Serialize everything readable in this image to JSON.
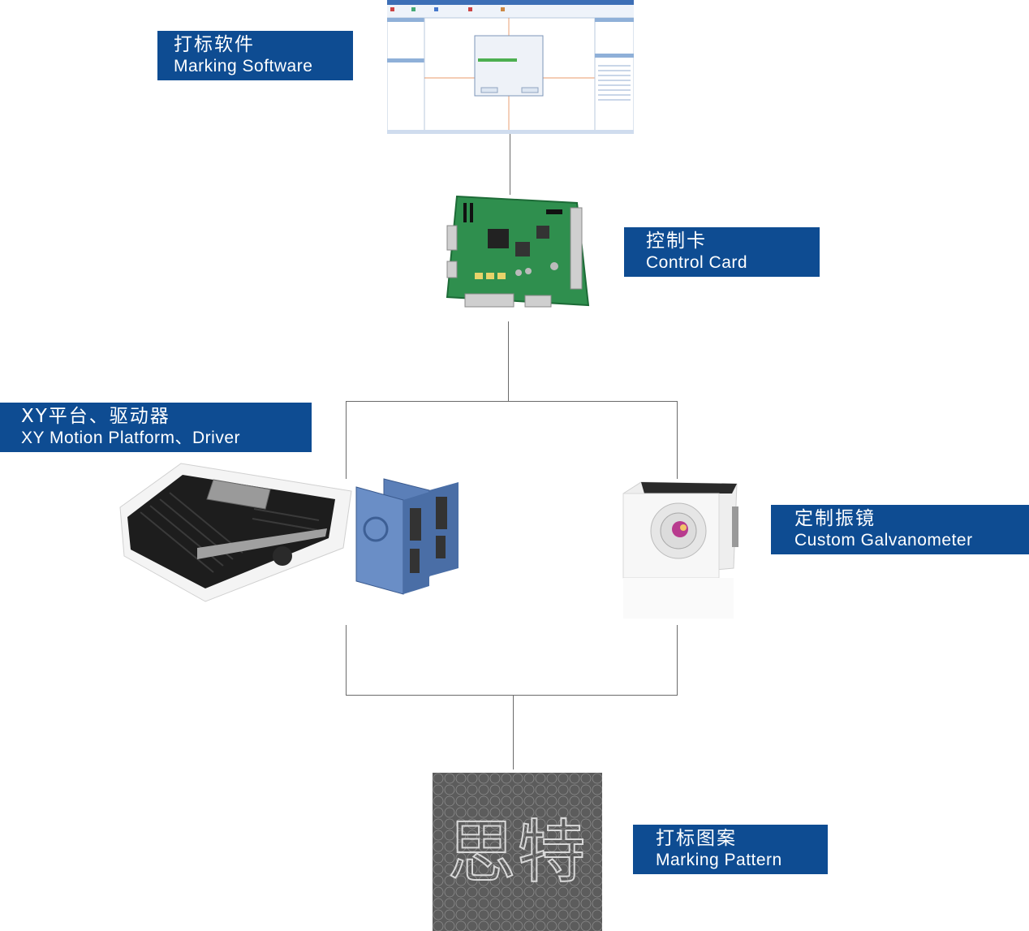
{
  "nodes": {
    "software": {
      "zh": "打标软件",
      "en": "Marking Software"
    },
    "control_card": {
      "zh": "控制卡",
      "en": "Control Card"
    },
    "xy_platform": {
      "zh": "XY平台、驱动器",
      "en": "XY Motion Platform、Driver"
    },
    "galvanometer": {
      "zh": "定制振镜",
      "en": "Custom Galvanometer"
    },
    "pattern": {
      "zh": "打标图案",
      "en": "Marking Pattern"
    }
  },
  "pattern_sample": {
    "chars": "思特"
  },
  "colors": {
    "label_bg": "#0e4c92",
    "label_text": "#ffffff",
    "connector": "#6b6b6b",
    "pcb": "#2f8f4e"
  }
}
